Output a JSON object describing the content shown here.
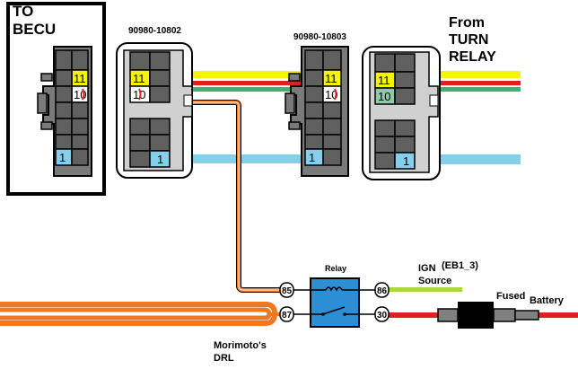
{
  "labels": {
    "to_becu_line1": "TO",
    "to_becu_line2": "BECU",
    "part_left": "90980-10802",
    "part_right": "90980-10803",
    "from_line1": "From",
    "from_line2": "TURN",
    "from_line3": "RELAY",
    "relay": "Relay",
    "ign_line1": "IGN",
    "ign_code": "(EB1_3)",
    "ign_line2": "Source",
    "fused": "Fused",
    "battery": "Battery",
    "drl_line1": "Morimoto's",
    "drl_line2": "DRL"
  },
  "pins": {
    "p11": "11",
    "p10": "10",
    "p1": "1"
  },
  "terminals": {
    "t85": "85",
    "t87": "87",
    "t86": "86",
    "t30": "30"
  },
  "colors": {
    "wire_yellow": "#f5f500",
    "wire_red": "#e02020",
    "wire_green": "#3cb371",
    "wire_blue": "#87ceeb",
    "wire_orange": "#f07820",
    "wire_lime": "#a8d83c",
    "relay_fill": "#2c8fd6",
    "connector_grey": "#808080"
  }
}
